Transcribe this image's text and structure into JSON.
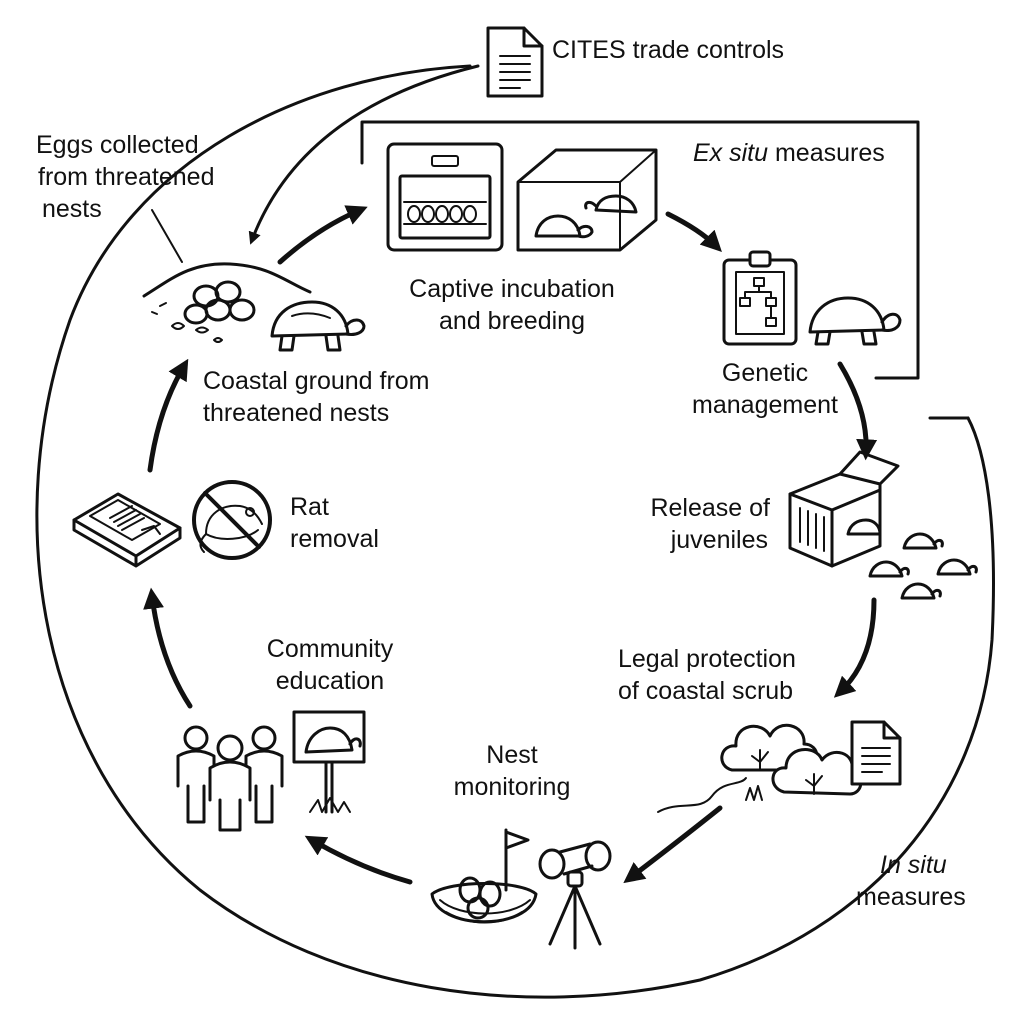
{
  "colors": {
    "ink": "#111111",
    "background": "#ffffff"
  },
  "labels": {
    "cites": "CITES trade controls",
    "eggs_line1": "Eggs collected",
    "eggs_line2": "from threatened",
    "eggs_line3": "nests",
    "ex_situ_italic": "Ex situ",
    "ex_situ_rest": " measures",
    "captive_line1": "Captive incubation",
    "captive_line2": "and breeding",
    "genetic_line1": "Genetic",
    "genetic_line2": "management",
    "coastal_line1": "Coastal ground from",
    "coastal_line2": "threatened nests",
    "rat_line1": "Rat",
    "rat_line2": "removal",
    "release_line1": "Release of",
    "release_line2": "juveniles",
    "legal_line1": "Legal protection",
    "legal_line2": "of coastal scrub",
    "community_line1": "Community",
    "community_line2": "education",
    "nest_line1": "Nest",
    "nest_line2": "monitoring",
    "in_situ_italic": "In situ",
    "in_situ_rest": "measures"
  },
  "icons": [
    "document-icon",
    "nest-mound-icon",
    "tortoise-icon",
    "incubator-icon",
    "terrarium-icon",
    "clipboard-pedigree-icon",
    "crate-icon",
    "juvenile-tortoises-icon",
    "scrub-bushes-icon",
    "nest-with-eggs-icon",
    "binoculars-tripod-icon",
    "sign-board-icon",
    "people-icon",
    "rat-trap-icon",
    "no-rat-icon"
  ]
}
